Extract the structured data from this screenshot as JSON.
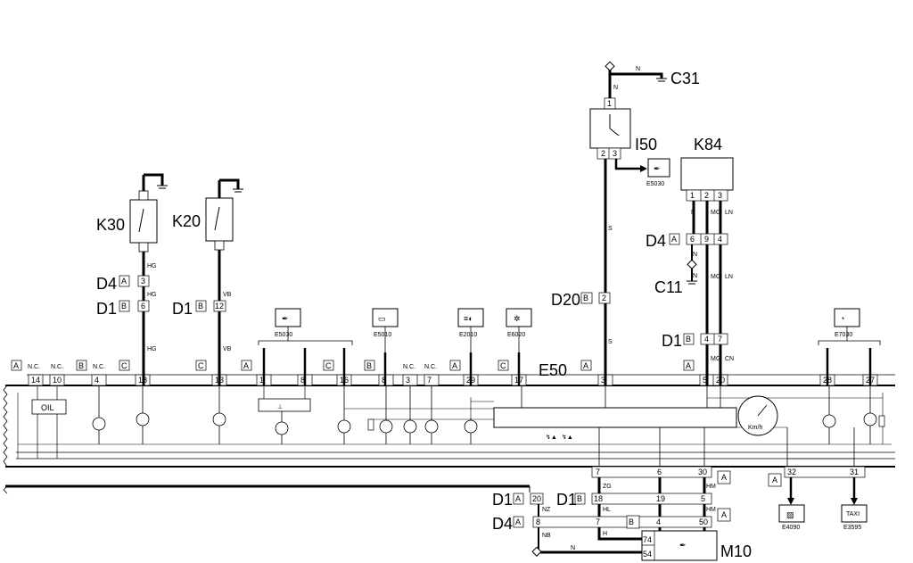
{
  "components": {
    "K30": "K30",
    "K20": "K20",
    "I50": "I50",
    "K84": "K84",
    "C31": "C31",
    "C11": "C11",
    "E50": "E50",
    "M10": "M10"
  },
  "connectors": {
    "D4": "D4",
    "D1": "D1",
    "D20": "D20",
    "A": "A",
    "B": "B",
    "C": "C"
  },
  "nc": "N.C.",
  "pins": {
    "k30_d4": "3",
    "k30_d1": "6",
    "k20_d1": "12",
    "i50_1": "1",
    "i50_2": "2",
    "i50_3": "3",
    "d20": "2",
    "k84_1": "1",
    "k84_2": "2",
    "k84_3": "3",
    "k84_d4_6": "6",
    "k84_d4_9": "9",
    "k84_d4_4": "4",
    "k84_d1_4": "4",
    "k84_d1_7": "7",
    "e50": [
      "14",
      "10",
      "4",
      "18",
      "13",
      "1",
      "8",
      "16",
      "8",
      "3",
      "7",
      "29",
      "17",
      "3",
      "5",
      "20",
      "28",
      "27"
    ],
    "e50_bottom": [
      "7",
      "6",
      "30",
      "32",
      "31"
    ],
    "m10_d1": [
      "20",
      "18",
      "19",
      "5"
    ],
    "m10_d4": [
      "8",
      "7",
      "4",
      "50"
    ],
    "m10": [
      "74",
      "54"
    ]
  },
  "wires": {
    "HG": "HG",
    "VB": "VB",
    "N": "N",
    "S": "S",
    "MG": "MG",
    "LN": "LN",
    "CN": "CN",
    "ZG": "ZG",
    "HM": "HM",
    "NZ": "NZ",
    "HL": "HL",
    "NB": "NB",
    "H": "H"
  },
  "refs": {
    "e5030": "E5030",
    "e5010": "E5010",
    "e2010": "E2010",
    "e6020": "E6020",
    "e7030": "E7030",
    "e4090": "E4090",
    "e3595": "E3595"
  },
  "labels": {
    "oil": "OIL",
    "kmh": "Km/h",
    "taxi": "TAXI"
  }
}
